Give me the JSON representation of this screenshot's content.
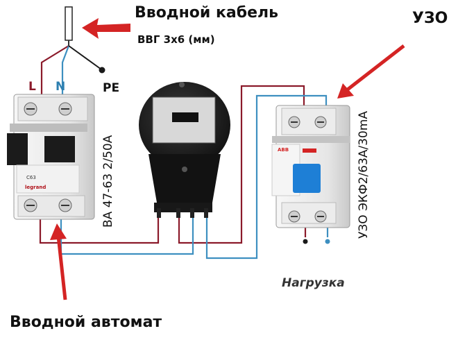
{
  "labels": {
    "input_cable": "Вводной кабель",
    "cable_type": "ВВГ 3х6 (мм)",
    "rcd": "УЗО",
    "terminal_l": "L",
    "terminal_n": "N",
    "terminal_pe": "PE",
    "breaker_rating": "ВА 47-63 2/50А",
    "rcd_rating": "УЗО ЭКФ2/63А/30mA",
    "load": "Нагрузка",
    "input_breaker": "Вводной автомат"
  },
  "device_text": {
    "breaker_model": "C63",
    "breaker_brand": "legrand",
    "rcd_brand": "ABB"
  },
  "colors": {
    "phase_wire": "#8b1a2a",
    "neutral_wire": "#3d8fc0",
    "pe_wire": "#1a1a1a",
    "arrow": "#d42424",
    "rcd_button": "#1e7fd6"
  }
}
